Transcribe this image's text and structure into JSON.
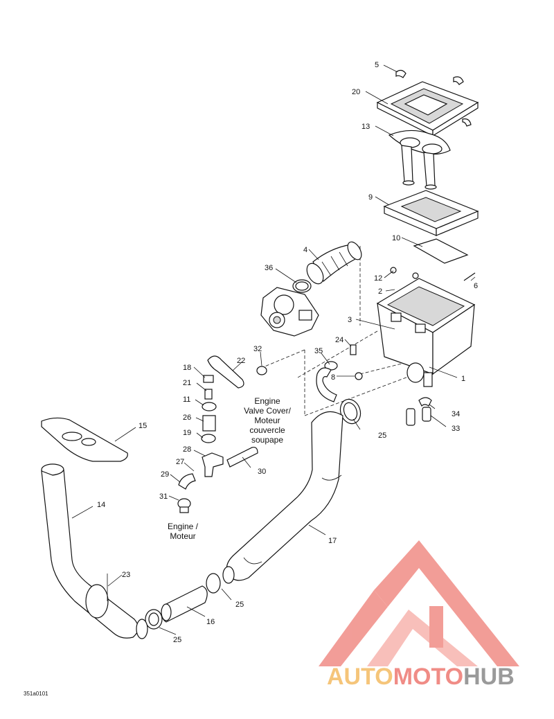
{
  "callouts": {
    "c1": "1",
    "c2": "2",
    "c3": "3",
    "c4": "4",
    "c5": "5",
    "c6": "6",
    "c8": "8",
    "c9": "9",
    "c10": "10",
    "c11": "11",
    "c12": "12",
    "c13": "13",
    "c14": "14",
    "c15": "15",
    "c16": "16",
    "c17": "17",
    "c18": "18",
    "c19": "19",
    "c20": "20",
    "c21": "21",
    "c22": "22",
    "c23": "23",
    "c24": "24",
    "c25a": "25",
    "c25b": "25",
    "c25c": "25",
    "c26": "26",
    "c27": "27",
    "c28": "28",
    "c29": "29",
    "c30": "30",
    "c31": "31",
    "c32": "32",
    "c33": "33",
    "c34": "34",
    "c35": "35",
    "c36": "36"
  },
  "notes": {
    "valve_line1": "Engine",
    "valve_line2": "Valve Cover/",
    "valve_line3": "Moteur",
    "valve_line4": "couvercle",
    "valve_line5": "soupape",
    "engine_line1": "Engine /",
    "engine_line2": "Moteur"
  },
  "drawing_code": "351a0101",
  "watermark": {
    "part1": "AUTO",
    "part2": "MOTO",
    "part3": "HUB",
    "color_orange": "#f5c57a",
    "color_red": "#f08c86",
    "color_grey": "#9a9a9a"
  }
}
